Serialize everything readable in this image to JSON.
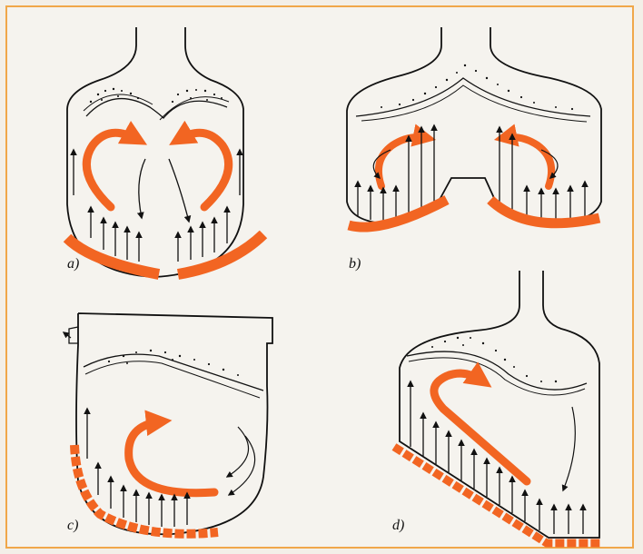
{
  "panels": [
    {
      "id": "a",
      "label": "a)"
    },
    {
      "id": "b",
      "label": "b)"
    },
    {
      "id": "c",
      "label": "c)"
    },
    {
      "id": "d",
      "label": "d)"
    }
  ],
  "colors": {
    "accent": "#f26522",
    "line": "#111111",
    "frame": "#f0a74a"
  }
}
